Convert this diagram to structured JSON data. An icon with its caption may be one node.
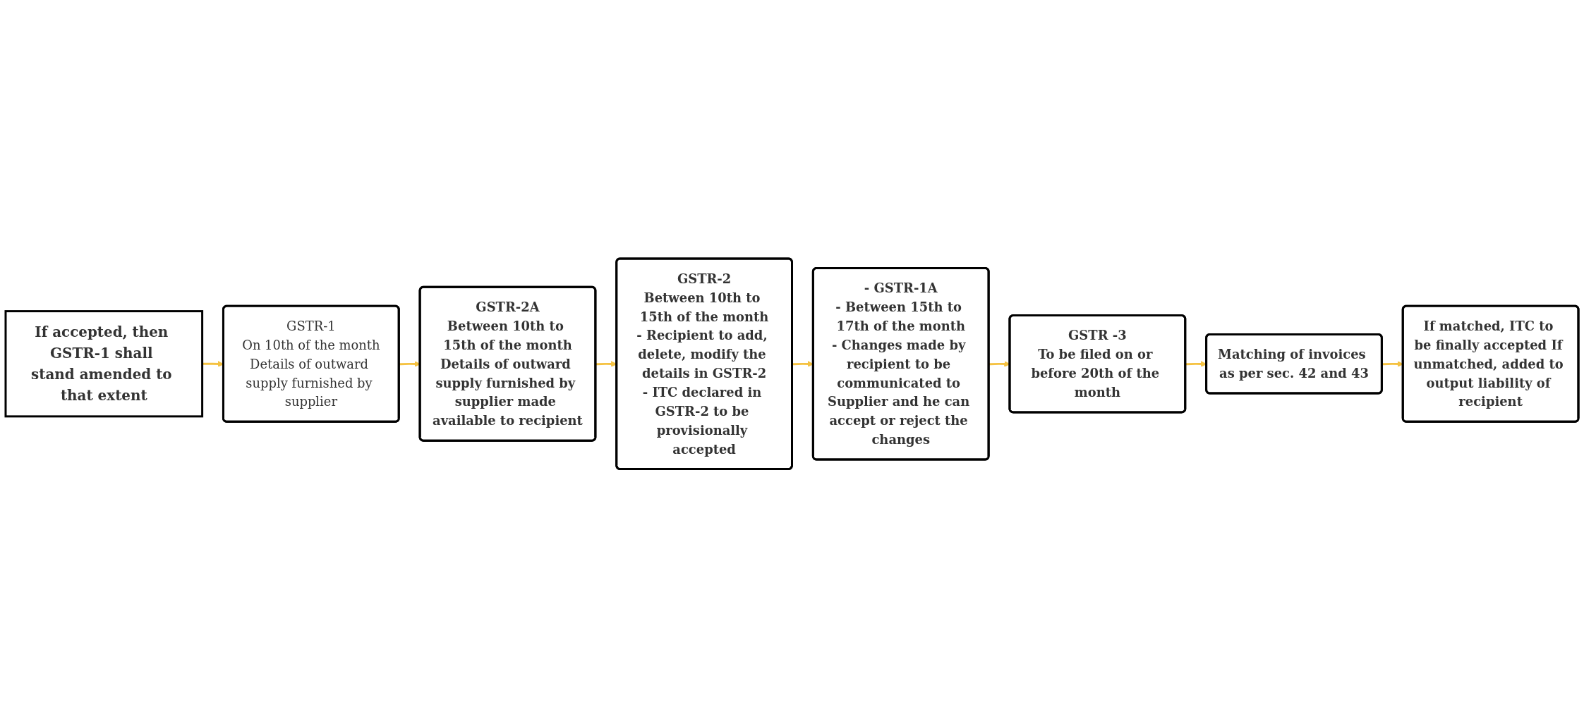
{
  "diagram": {
    "nodes": [
      {
        "text": [
          "If accepted, then GSTR-1 shall stand amended to that extent"
        ]
      },
      {
        "text": [
          "GSTR-1",
          "On 10th of the month",
          "Details of outward supply furnished by supplier"
        ]
      },
      {
        "text": [
          "GSTR-2A",
          "Between 10th to 15th of the month",
          "Details of outward supply furnished by supplier made available to recipient"
        ]
      },
      {
        "text": [
          "GSTR-2",
          "Between 10th to 15th of the month",
          "- Recipient to add, delete, modify the details in GSTR-2",
          "- ITC declared in GSTR-2 to be provisionally accepted"
        ]
      },
      {
        "text": [
          "- GSTR-1A",
          "- Between 15th to 17th of the month",
          "- Changes made by recipient to be communicated to Supplier and he can accept or reject the changes"
        ]
      },
      {
        "text": [
          "GSTR -3",
          "To be filed on or before 20th of the month"
        ]
      },
      {
        "text": [
          "Matching of invoices as per sec. 42 and 43"
        ]
      },
      {
        "text": [
          "If matched, ITC to be finally accepted If unmatched, added to output liability of recipient"
        ]
      }
    ],
    "edges": [
      {
        "from": 0,
        "to": 1,
        "arrow": "to"
      },
      {
        "from": 1,
        "to": 2,
        "arrow": "to"
      },
      {
        "from": 2,
        "to": 3,
        "arrow": "to"
      },
      {
        "from": 3,
        "to": 4,
        "arrow": "to"
      },
      {
        "from": 4,
        "to": 5,
        "arrow": "to"
      },
      {
        "from": 5,
        "to": 6,
        "arrow": "to"
      },
      {
        "from": 6,
        "to": 7,
        "arrow": "to"
      }
    ]
  }
}
